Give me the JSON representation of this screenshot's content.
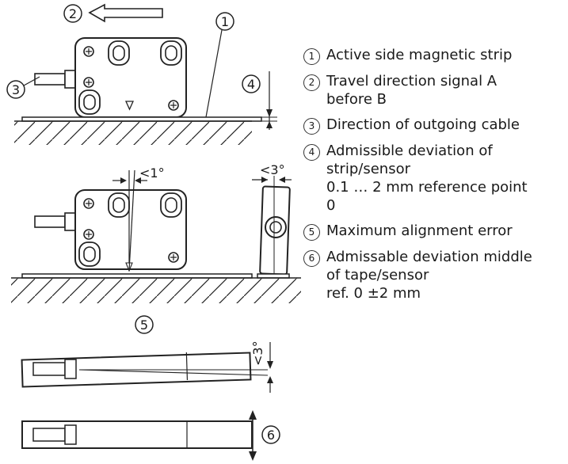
{
  "callouts": {
    "travel_direction": "2",
    "active_side": "1",
    "cable": "3",
    "deviation": "4",
    "alignment_error": "5",
    "middle_deviation": "6"
  },
  "angles": {
    "tilt_front": "<1°",
    "tilt_side": "<3°",
    "tilt_top": "<3°"
  },
  "legend": [
    {
      "num": "1",
      "text": "Active side magnetic strip"
    },
    {
      "num": "2",
      "text": "Travel direction signal A\nbefore B"
    },
    {
      "num": "3",
      "text": "Direction of outgoing cable"
    },
    {
      "num": "4",
      "text": "Admissible deviation of\nstrip/sensor\n0.1 … 2 mm reference point\n0"
    },
    {
      "num": "5",
      "text": "Maximum alignment error"
    },
    {
      "num": "6",
      "text": "Admissable deviation middle\nof tape/sensor\nref. 0 ±2 mm"
    }
  ]
}
